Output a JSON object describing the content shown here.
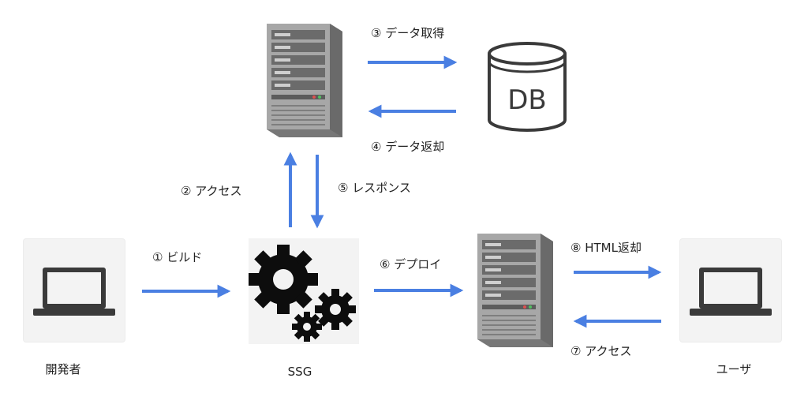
{
  "nodes": {
    "developer": {
      "caption": "開発者"
    },
    "ssg": {
      "caption": "SSG"
    },
    "user": {
      "caption": "ユーザ"
    },
    "db": {
      "text": "DB"
    }
  },
  "steps": [
    {
      "id": "step-1",
      "label": "① ビルド"
    },
    {
      "id": "step-2",
      "label": "② アクセス"
    },
    {
      "id": "step-3",
      "label": "③ データ取得"
    },
    {
      "id": "step-4",
      "label": "④ データ返却"
    },
    {
      "id": "step-5",
      "label": "⑤ レスポンス"
    },
    {
      "id": "step-6",
      "label": "⑥ デプロイ"
    },
    {
      "id": "step-7",
      "label": "⑦ アクセス"
    },
    {
      "id": "step-8",
      "label": "⑧ HTML返却"
    }
  ],
  "colors": {
    "arrow": "#4a7fe2",
    "icon_dark": "#3a3a3a",
    "tile_bg": "#f3f3f3",
    "server_body": "#8f8f8f"
  },
  "icons": {
    "developer": "laptop-icon",
    "user": "laptop-icon",
    "ssg": "gears-icon",
    "api_server": "server-tower-icon",
    "web_server": "server-tower-icon",
    "database": "database-cylinder-icon"
  }
}
